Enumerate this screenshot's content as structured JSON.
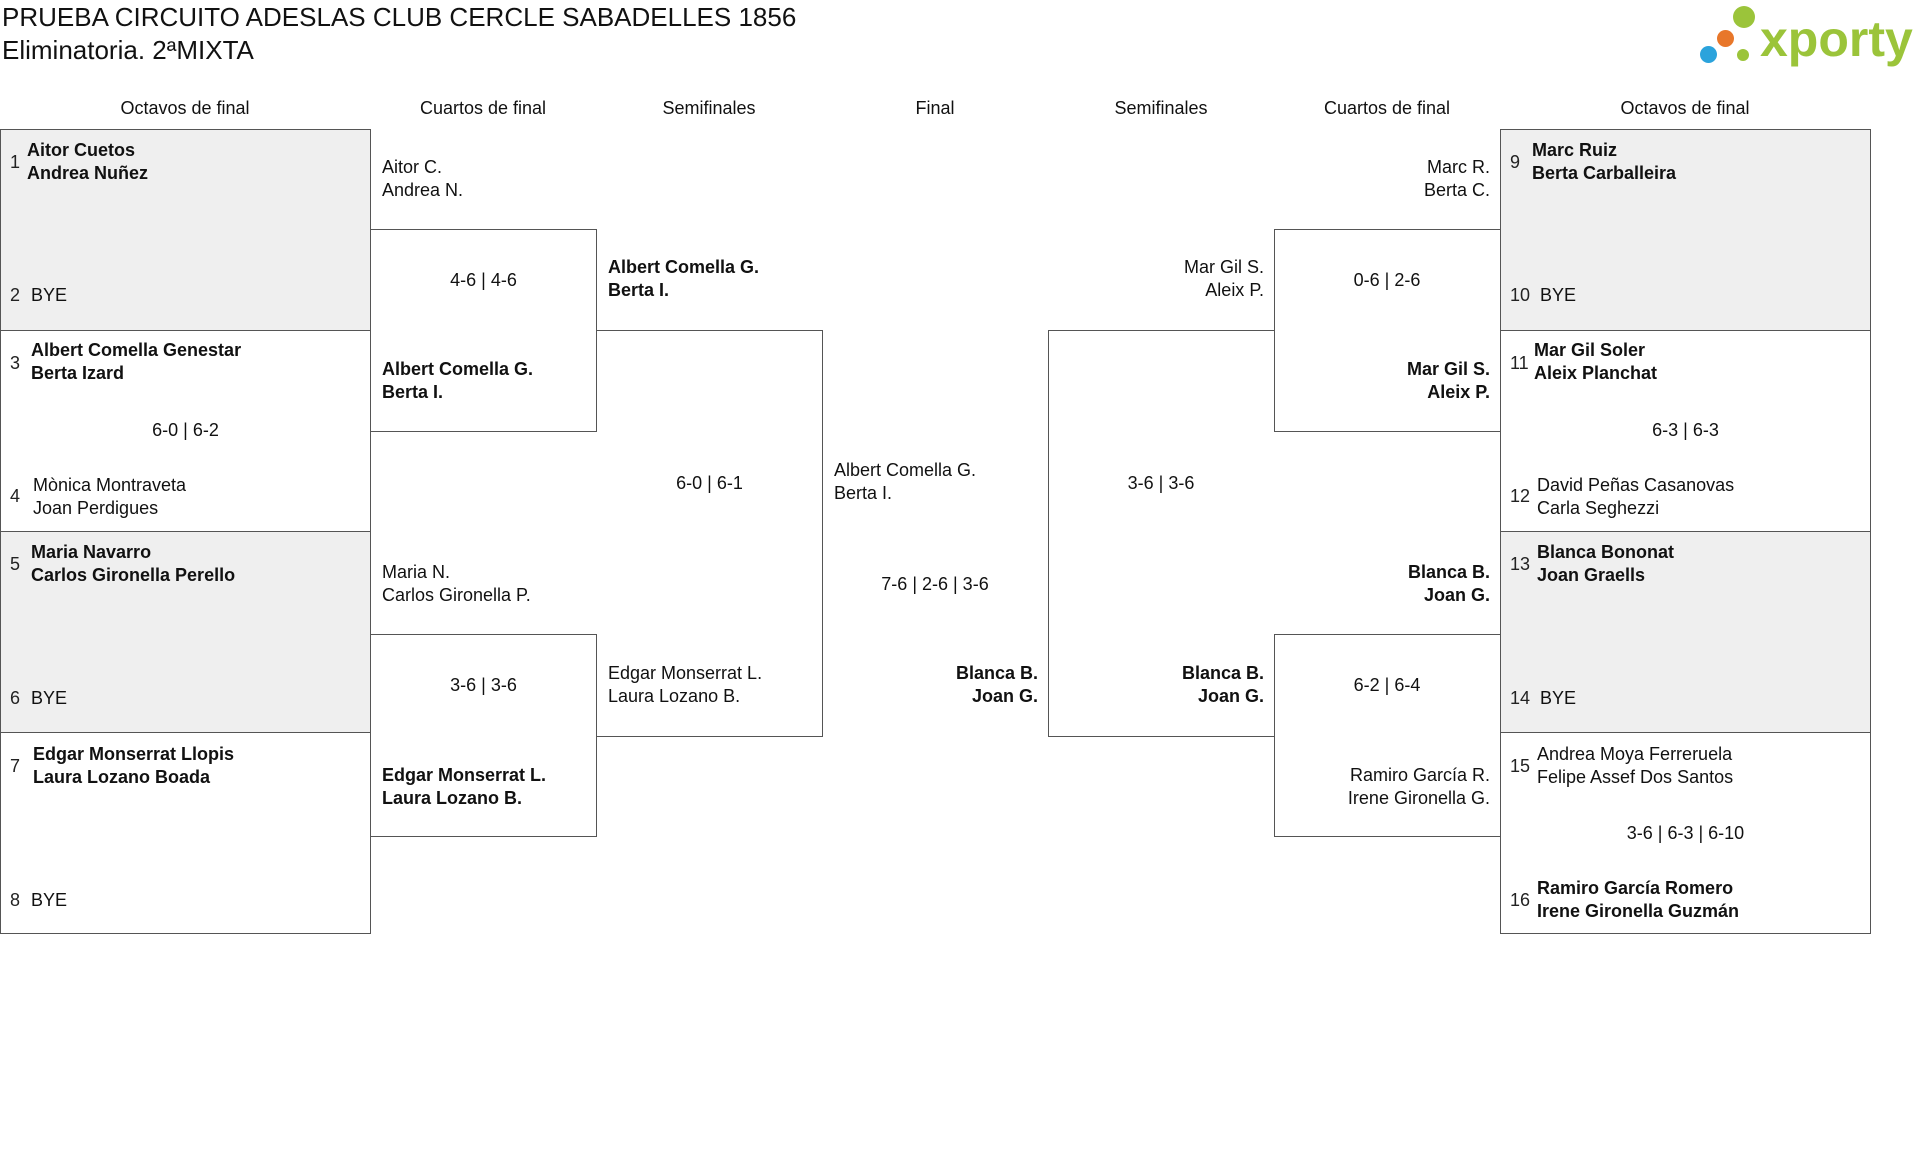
{
  "header": {
    "title": "PRUEBA CIRCUITO ADESLAS CLUB CERCLE SABADELLES 1856",
    "subtitle": "Eliminatoria. 2ªMIXTA"
  },
  "logo": {
    "text": "xporty",
    "color": "#9bc43a",
    "dot_colors": [
      "#9bc43a",
      "#e8772a",
      "#2ba3dc",
      "#9bc43a"
    ]
  },
  "rounds": {
    "left": [
      "Octavos de final",
      "Cuartos de final",
      "Semifinales"
    ],
    "final": "Final",
    "right": [
      "Semifinales",
      "Cuartos de final",
      "Octavos de final"
    ]
  },
  "octavos_left": [
    {
      "seed_a": "1",
      "a1": "Aitor Cuetos",
      "a2": "Andrea Nuñez",
      "seed_b": "2",
      "b1": "BYE",
      "b2": "",
      "score": ""
    },
    {
      "seed_a": "3",
      "a1": "Albert Comella Genestar",
      "a2": "Berta Izard",
      "seed_b": "4",
      "b1": "Mònica Montraveta",
      "b2": "Joan Perdigues",
      "score": "6-0 | 6-2"
    },
    {
      "seed_a": "5",
      "a1": "Maria Navarro",
      "a2": "Carlos Gironella Perello",
      "seed_b": "6",
      "b1": "BYE",
      "b2": "",
      "score": ""
    },
    {
      "seed_a": "7",
      "a1": "Edgar Monserrat Llopis",
      "a2": "Laura Lozano Boada",
      "seed_b": "8",
      "b1": "BYE",
      "b2": "",
      "score": ""
    }
  ],
  "cuartos_left": [
    {
      "a1": "Aitor C.",
      "a2": "Andrea N.",
      "score": "4-6 | 4-6",
      "b1": "Albert Comella G.",
      "b2": "Berta I."
    },
    {
      "a1": "Maria N.",
      "a2": "Carlos Gironella P.",
      "score": "3-6 | 3-6",
      "b1": "Edgar Monserrat L.",
      "b2": "Laura Lozano B."
    }
  ],
  "semi_left": {
    "a1": "Albert Comella G.",
    "a2": "Berta I.",
    "score": "6-0 | 6-1",
    "b1": "Edgar Monserrat L.",
    "b2": "Laura Lozano B."
  },
  "final": {
    "a1": "Albert Comella G.",
    "a2": "Berta I.",
    "score": "7-6 | 2-6 | 3-6",
    "b1": "Blanca B.",
    "b2": "Joan G."
  },
  "semi_right": {
    "a1": "Mar Gil S.",
    "a2": "Aleix P.",
    "score": "3-6 | 3-6",
    "b1": "Blanca B.",
    "b2": "Joan G."
  },
  "cuartos_right": [
    {
      "a1": "Marc R.",
      "a2": "Berta C.",
      "score": "0-6 | 2-6",
      "b1": "Mar Gil S.",
      "b2": "Aleix P."
    },
    {
      "a1": "Blanca B.",
      "a2": "Joan G.",
      "score": "6-2 | 6-4",
      "b1": "Ramiro García R.",
      "b2": "Irene Gironella G."
    }
  ],
  "octavos_right": [
    {
      "seed_a": "9",
      "a1": "Marc Ruiz",
      "a2": "Berta Carballeira",
      "seed_b": "10",
      "b1": "BYE",
      "b2": "",
      "score": ""
    },
    {
      "seed_a": "11",
      "a1": "Mar Gil Soler",
      "a2": "Aleix Planchat",
      "seed_b": "12",
      "b1": "David Peñas Casanovas",
      "b2": "Carla Seghezzi",
      "score": "6-3 | 6-3"
    },
    {
      "seed_a": "13",
      "a1": "Blanca Bononat",
      "a2": "Joan Graells",
      "seed_b": "14",
      "b1": "BYE",
      "b2": "",
      "score": ""
    },
    {
      "seed_a": "15",
      "a1": "Andrea Moya Ferreruela",
      "a2": "Felipe Assef Dos Santos",
      "seed_b": "16",
      "b1": "Ramiro García Romero",
      "b2": "Irene Gironella Guzmán",
      "score": "3-6 | 6-3 | 6-10"
    }
  ]
}
